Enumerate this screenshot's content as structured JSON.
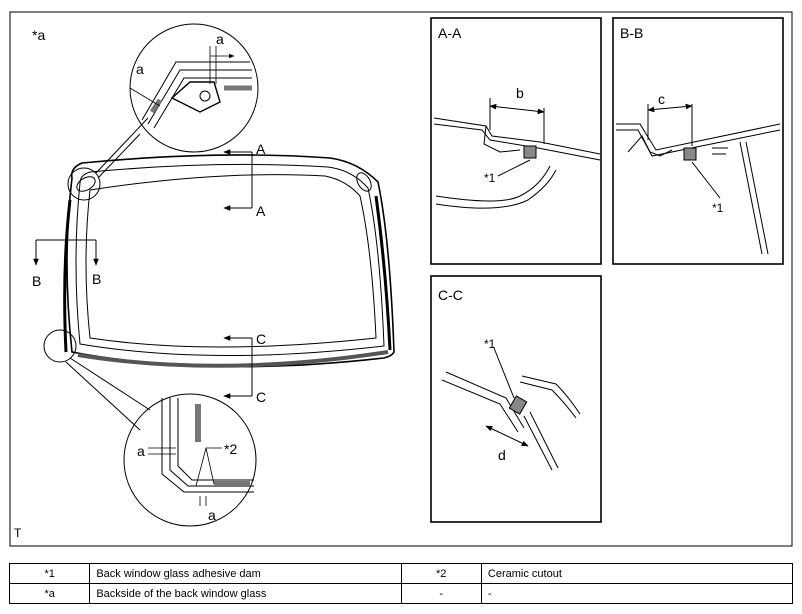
{
  "figure": {
    "overview_label": "*a",
    "corner_label": "T",
    "view_markers": {
      "a_top": "A",
      "a_bottom": "A",
      "b_left": "B",
      "b_right": "B",
      "c_top": "C",
      "c_bottom": "C"
    },
    "detail_top": {
      "dim_left": "a",
      "dim_right": "a"
    },
    "detail_bottom": {
      "dim_left": "a",
      "dim_right": "a",
      "callout": "*2"
    },
    "section_aa": {
      "title": "A-A",
      "dim": "b",
      "callout": "*1"
    },
    "section_bb": {
      "title": "B-B",
      "dim": "c",
      "callout": "*1"
    },
    "section_cc": {
      "title": "C-C",
      "dim": "d",
      "callout": "*1"
    }
  },
  "legend": {
    "rows": [
      {
        "code1": "*1",
        "desc1": "Back window glass adhesive dam",
        "code2": "*2",
        "desc2": "Ceramic cutout"
      },
      {
        "code1": "*a",
        "desc1": "Backside of the back window glass",
        "code2": "-",
        "desc2": "-"
      }
    ]
  }
}
